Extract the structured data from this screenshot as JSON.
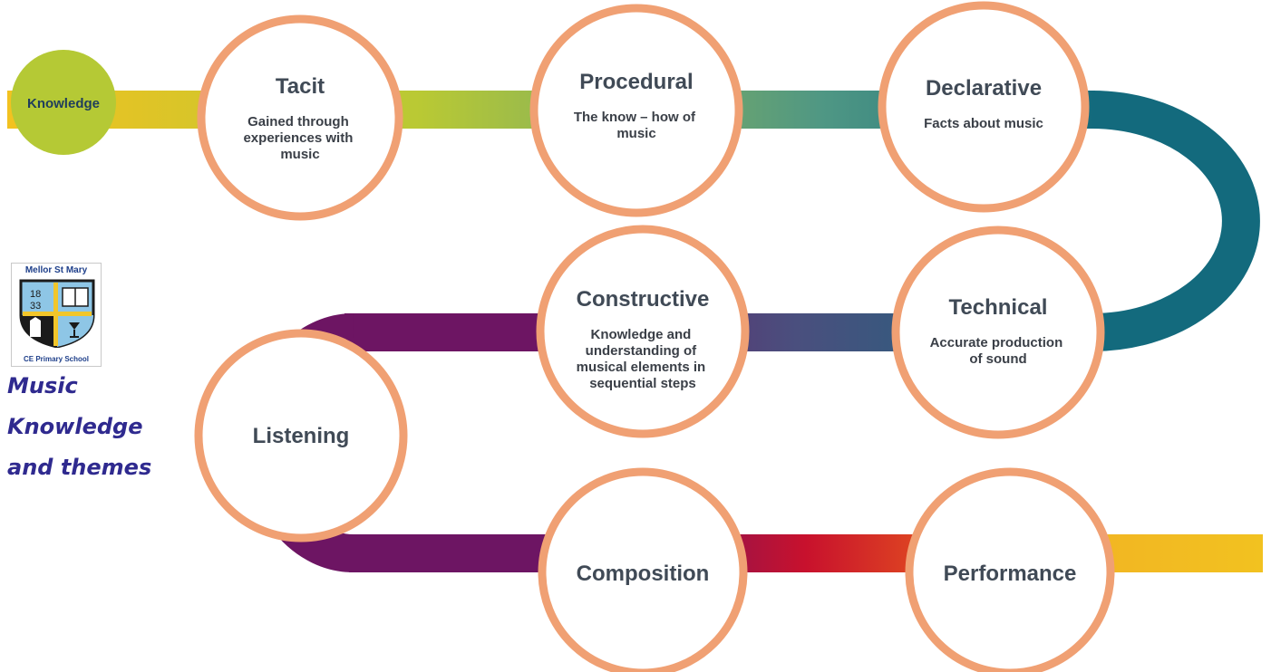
{
  "start_node": {
    "label": "Knowledge"
  },
  "nodes": [
    {
      "id": "tacit",
      "title": "Tacit",
      "desc": [
        "Gained through",
        "experiences with",
        "music"
      ]
    },
    {
      "id": "procedural",
      "title": "Procedural",
      "desc": [
        "The know – how of",
        "music"
      ]
    },
    {
      "id": "declarative",
      "title": "Declarative",
      "desc": [
        "Facts about music"
      ]
    },
    {
      "id": "technical",
      "title": "Technical",
      "desc": [
        "Accurate production",
        "of sound"
      ]
    },
    {
      "id": "constructive",
      "title": "Constructive",
      "desc": [
        "Knowledge and",
        "understanding of",
        "musical elements in",
        "sequential steps"
      ]
    },
    {
      "id": "listening",
      "title": "Listening",
      "desc": []
    },
    {
      "id": "composition",
      "title": "Composition",
      "desc": []
    },
    {
      "id": "performance",
      "title": "Performance",
      "desc": []
    }
  ],
  "side_title": [
    "Music",
    "Knowledge",
    "and themes"
  ],
  "logo": {
    "top_text": "Mellor St Mary",
    "bottom_text": "CE Primary School",
    "year_top": "18",
    "year_bottom": "33"
  },
  "colors": {
    "circle_border": "#f0a073",
    "start_circle": "#b5c935",
    "side_title": "#2f2a8f",
    "track_yellow": "#f2c220",
    "track_lime": "#b9c934",
    "track_green": "#6aa37b",
    "track_teal": "#136a7d",
    "track_blue": "#3a5f86",
    "track_purple": "#6d1563",
    "track_red": "#c8112d",
    "track_orange": "#e85c1c"
  }
}
